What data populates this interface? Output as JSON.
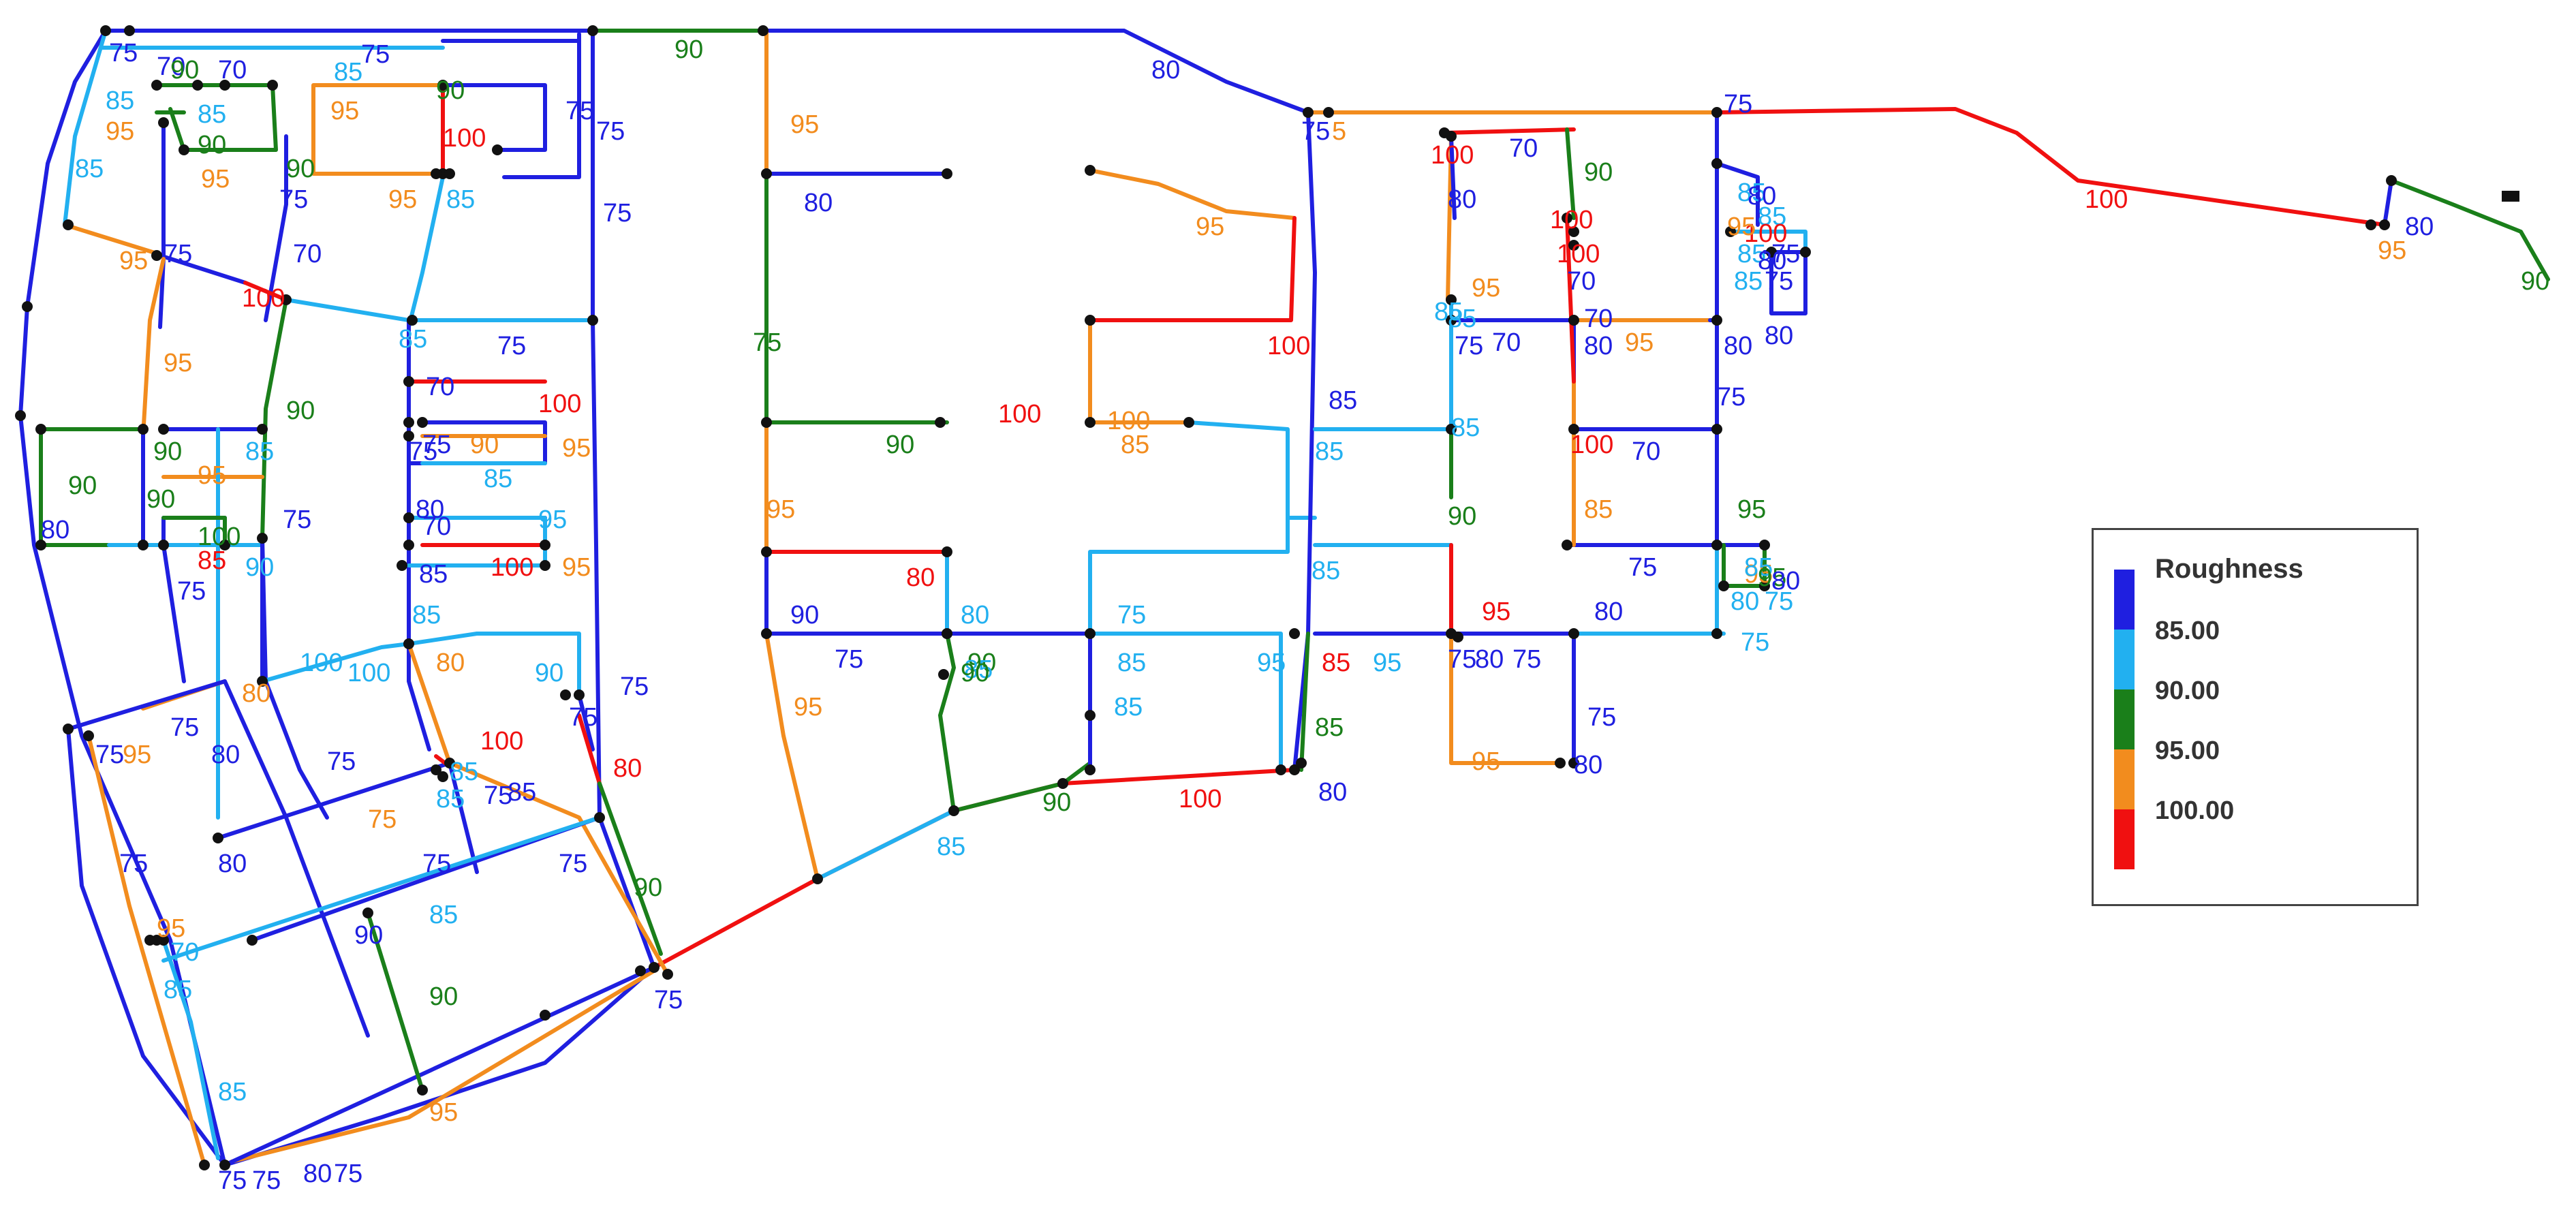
{
  "legend": {
    "title": "Roughness",
    "classes": [
      {
        "label": "85.00",
        "color": "#1f1fe0"
      },
      {
        "label": "90.00",
        "color": "#22b0f0"
      },
      {
        "label": "95.00",
        "color": "#1a7f1a"
      },
      {
        "label": "100.00",
        "color": "#f28c1e"
      },
      {
        "label": "",
        "color": "#f01010"
      }
    ]
  },
  "colors": {
    "70": "#1f1fe0",
    "75": "#1f1fe0",
    "80": "#1f1fe0",
    "85": "#22b0f0",
    "90": "#1a7f1a",
    "95": "#f28c1e",
    "100": "#f01010"
  },
  "pipe_labels": [
    "75",
    "70",
    "85",
    "75",
    "90",
    "90",
    "75",
    "80",
    "75",
    "5",
    "85",
    "95",
    "70",
    "85",
    "90",
    "85",
    "90",
    "95",
    "100",
    "75",
    "95",
    "100",
    "90",
    "75",
    "95",
    "95",
    "85",
    "75",
    "95",
    "80",
    "70",
    "100",
    "90",
    "100",
    "100",
    "75",
    "70",
    "80",
    "95",
    "75",
    "80",
    "95",
    "85",
    "80",
    "85",
    "75",
    "85",
    "100",
    "95",
    "75",
    "70",
    "80",
    "100",
    "95",
    "80",
    "70",
    "85",
    "75",
    "85",
    "95",
    "90",
    "100",
    "80",
    "70",
    "95",
    "85",
    "85",
    "90",
    "75",
    "80",
    "100",
    "70",
    "75",
    "85",
    "85",
    "100",
    "85",
    "90",
    "100",
    "85",
    "95",
    "90",
    "100",
    "70",
    "85",
    "90",
    "95",
    "75",
    "90",
    "75",
    "75",
    "80",
    "70",
    "85",
    "95",
    "85",
    "95",
    "90",
    "75",
    "90",
    "80",
    "100",
    "85",
    "90",
    "95",
    "95",
    "100",
    "80",
    "75",
    "95",
    "85",
    "95",
    "80",
    "85",
    "75",
    "80",
    "75",
    "85",
    "90",
    "80",
    "75",
    "95",
    "80",
    "85",
    "75",
    "75",
    "75",
    "80",
    "75",
    "85",
    "95",
    "80",
    "90",
    "85",
    "95",
    "100",
    "100",
    "75",
    "90",
    "80",
    "75",
    "85",
    "90",
    "85",
    "95",
    "75",
    "75",
    "80",
    "75",
    "100",
    "95",
    "80",
    "75",
    "85",
    "95",
    "85",
    "80",
    "100",
    "90",
    "85",
    "85",
    "85",
    "75",
    "75",
    "80",
    "90",
    "85"
  ]
}
